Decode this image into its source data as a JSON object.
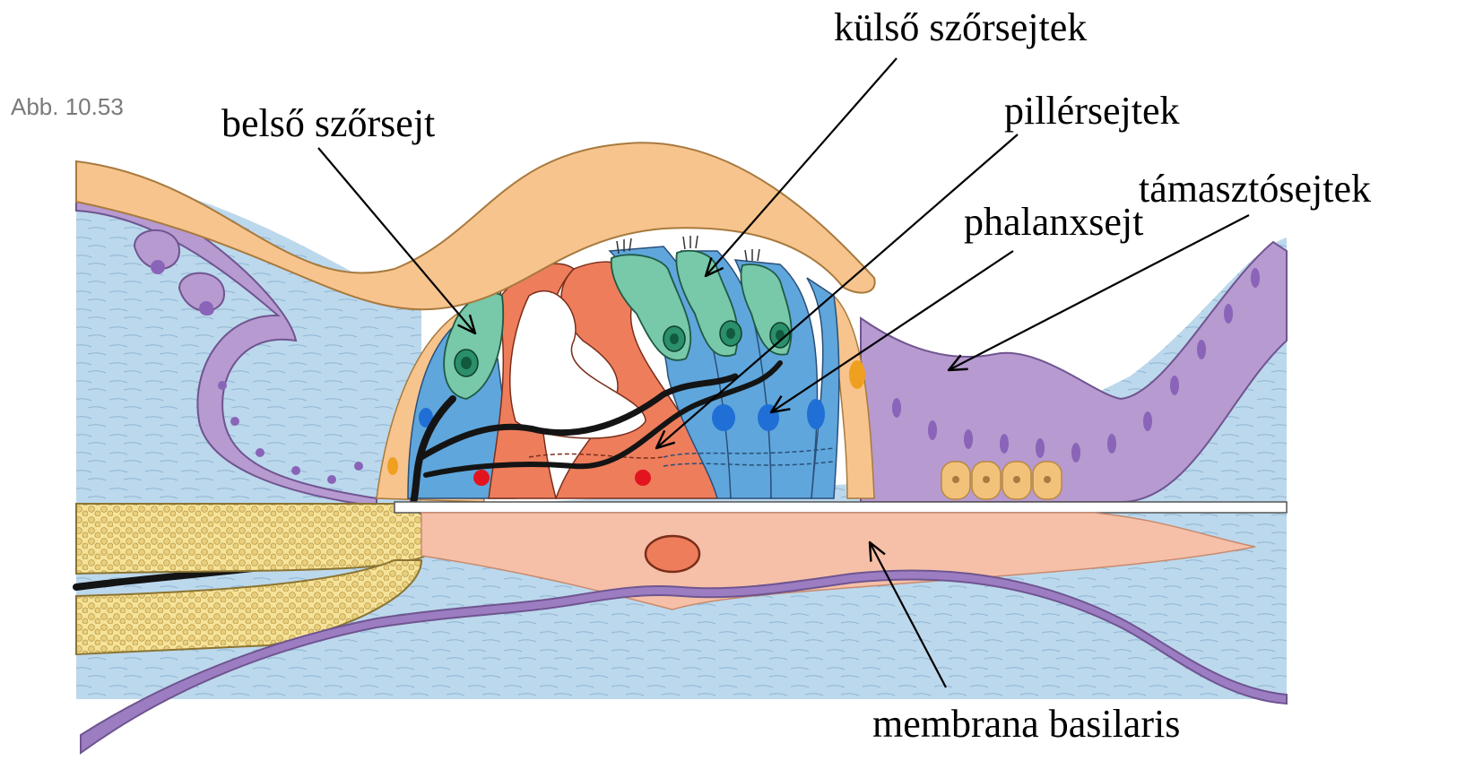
{
  "figure_number": "Abb. 10.53",
  "labels": {
    "inner_hair_cell": "belső szőrsejt",
    "outer_hair_cells": "külső szőrsejtek",
    "pillar_cells": "pillérsejtek",
    "supporting_cells": "támasztósejtek",
    "phalangeal_cell": "phalanxsejt",
    "basilar_membrane": "membrana basilaris"
  },
  "colors": {
    "fluid_blue": "#bcd8ec",
    "epithelium_purple": "#b69ad0",
    "tectorial_orange": "#f7c48e",
    "pillar_red": "#ee7d5c",
    "hair_cell_green": "#78c8aa",
    "phalangeal_blue": "#5fa6dc",
    "basilar_pink": "#f6c0a8",
    "bone_yellow": "#f6e39a",
    "nerve_black": "#141414",
    "nucleus_red": "#e3141e",
    "nucleus_blue": "#1f6fd6",
    "nucleus_orange": "#f0a020"
  }
}
